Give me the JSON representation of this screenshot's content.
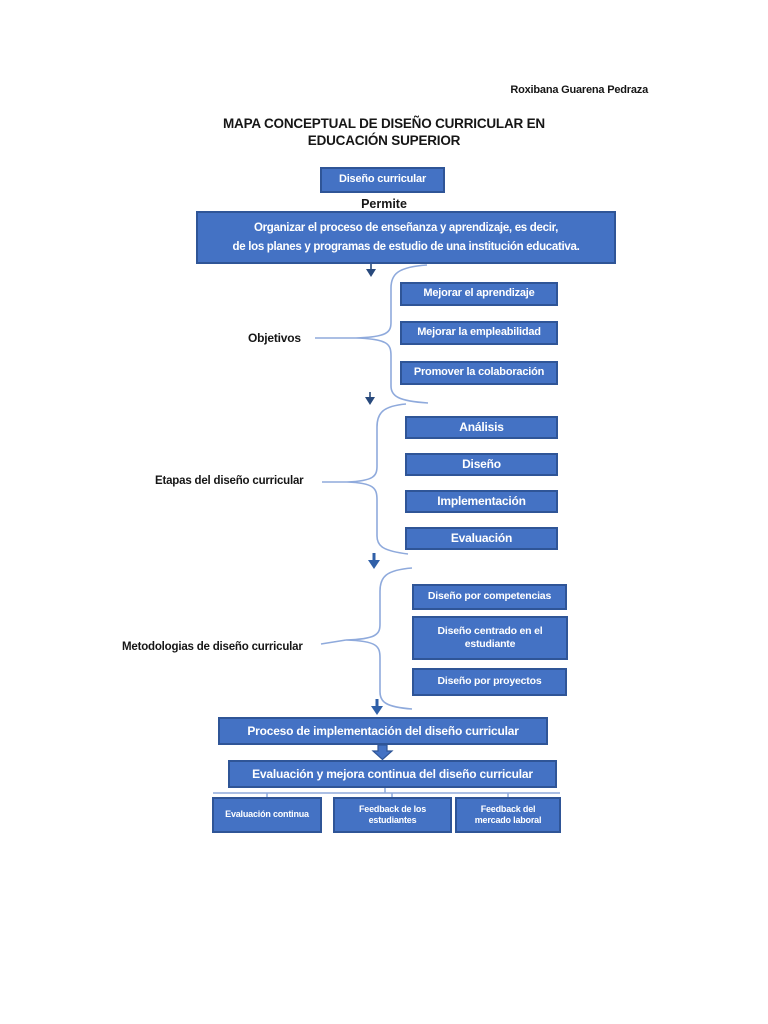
{
  "page": {
    "author": "Roxibana Guarena Pedraza",
    "title_line1": "MAPA CONCEPTUAL DE DISEÑO CURRICULAR EN",
    "title_line2": "EDUCACIÓN SUPERIOR"
  },
  "colors": {
    "box_fill": "#4472C4",
    "box_border": "#2F5597",
    "box_text": "#FFFFFF",
    "brace": "#8FAADC",
    "small_arrow": "#28497C",
    "big_arrow": "#3060A8",
    "body_text": "#161616"
  },
  "diagram": {
    "root_box": "Diseño curricular",
    "link_label": "Permite",
    "definition": {
      "line1": "Organizar el proceso de enseñanza y aprendizaje, es decir,",
      "line2": "de los planes y programas de estudio de una institución educativa."
    },
    "groups": [
      {
        "label": "Objetivos",
        "items": [
          "Mejorar el aprendizaje",
          "Mejorar la empleabilidad",
          "Promover la colaboración"
        ]
      },
      {
        "label": "Etapas del diseño curricular",
        "items": [
          "Análisis",
          "Diseño",
          "Implementación",
          "Evaluación"
        ]
      },
      {
        "label": "Metodologias de diseño curricular",
        "items": [
          "Diseño por competencias",
          "Diseño centrado en el estudiante",
          "Diseño por proyectos"
        ]
      }
    ],
    "process_box": "Proceso de implementación del diseño curricular",
    "evaluation_box": "Evaluación y mejora continua del diseño curricular",
    "feedback_boxes": [
      "Evaluación continua",
      "Feedback de los estudiantes",
      "Feedback del mercado laboral"
    ]
  }
}
